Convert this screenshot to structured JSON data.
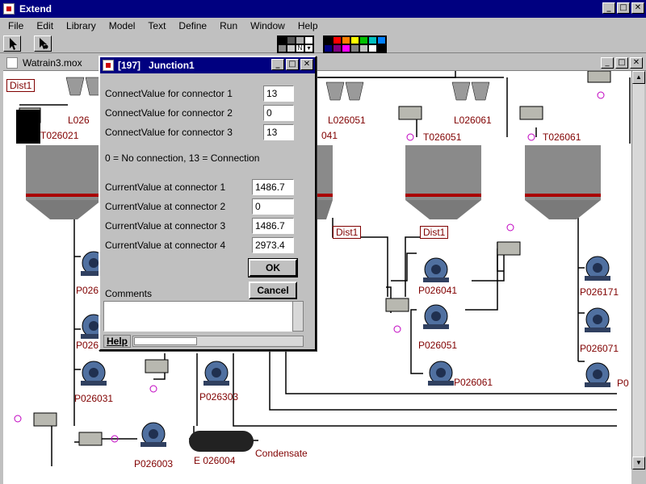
{
  "app": {
    "title": "Extend",
    "window_buttons": [
      "_",
      "□",
      "✕"
    ]
  },
  "menu": [
    "File",
    "Edit",
    "Library",
    "Model",
    "Text",
    "Define",
    "Run",
    "Window",
    "Help"
  ],
  "toolbar": {
    "pattern_cells": [
      "",
      "",
      "",
      "",
      "",
      "",
      "N",
      "▾"
    ],
    "colors": [
      "#000000",
      "#ff0000",
      "#ff8000",
      "#ffff00",
      "#00c000",
      "#00c0c0",
      "#0080ff",
      "#000080",
      "#800080",
      "#ff00ff",
      "#808080",
      "#c0c0c0",
      "#ffffff",
      "#000000"
    ]
  },
  "document": {
    "title": "Watrain3.mox"
  },
  "canvas": {
    "labels": {
      "dist_left": "Dist1",
      "t026021": "T026021",
      "l026": "L026",
      "l026051": "L026051",
      "l026061": "L026061",
      "t026051": "T026051",
      "t026061": "T026061",
      "num_041": "041",
      "dist_a": "Dist1",
      "dist_b": "Dist1",
      "p026041": "P026041",
      "p026051": "P026051",
      "p026061": "P026061",
      "p026171": "P026171",
      "p026071": "P026071",
      "p0_right": "P0",
      "p026_a": "P026",
      "p026_b": "P026",
      "p026031": "P026031",
      "p026303": "P026303",
      "p026003": "P026003",
      "e026004": "E 026004",
      "condensate": "Condensate"
    }
  },
  "dialog": {
    "block_id": "[197]",
    "title": "Junction1",
    "connect_rows": [
      {
        "label": "ConnectValue for connector 1",
        "value": "13"
      },
      {
        "label": "ConnectValue for connector 2",
        "value": "0"
      },
      {
        "label": "ConnectValue for connector 3",
        "value": "13"
      }
    ],
    "legend": "0 = No connection, 13 = Connection",
    "current_rows": [
      {
        "label": "CurrentValue at connector 1",
        "value": "1486.7"
      },
      {
        "label": "CurrentValue at connector 2",
        "value": "0"
      },
      {
        "label": "CurrentValue at connector 3",
        "value": "1486.7"
      },
      {
        "label": "CurrentValue at connector 4",
        "value": "2973.4"
      }
    ],
    "ok_label": "OK",
    "cancel_label": "Cancel",
    "comments_label": "Comments",
    "comments_value": "",
    "help_label": "Help"
  }
}
